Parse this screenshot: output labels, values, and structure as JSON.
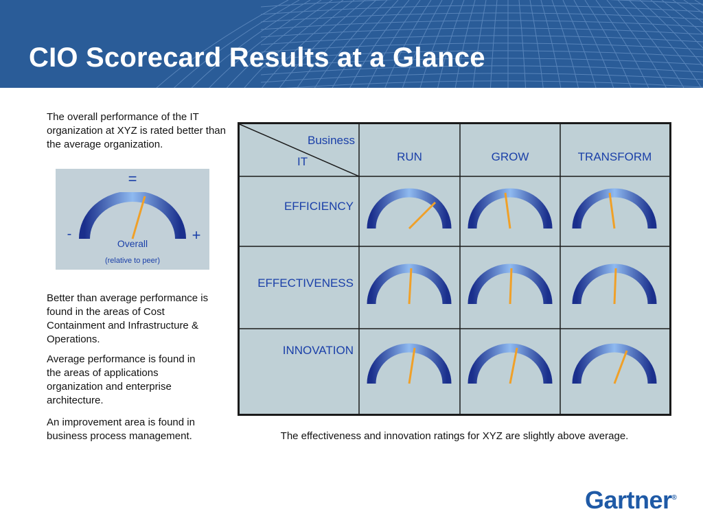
{
  "title": "CIO Scorecard Results at a Glance",
  "intro": "The overall performance of the IT organization at XYZ is rated better than the average organization.",
  "overall_gauge": {
    "top_symbol": "=",
    "minus_symbol": "-",
    "plus_symbol": "+",
    "label": "Overall",
    "sublabel": "(relative to peer)"
  },
  "findings": [
    "Better than average performance is found in the areas of Cost Containment and Infrastructure  & Operations.",
    "Average performance is found in the areas of applications organization and enterprise architecture.",
    "An improvement area is found in business process management."
  ],
  "matrix": {
    "corner_top": "Business",
    "corner_bottom": "IT",
    "columns": [
      "RUN",
      "GROW",
      "TRANSFORM"
    ],
    "rows": [
      "EFFICIENCY",
      "EFFECTIVENESS",
      "INNOVATION"
    ]
  },
  "caption": "The effectiveness and innovation ratings for XYZ are slightly above average.",
  "logo": {
    "name": "Gartner",
    "mark": "®"
  },
  "colors": {
    "banner": "#2a5c98",
    "accent_text": "#1a3fa8",
    "needle": "#f0a028",
    "matrix_bg": "#bfd0d6",
    "gauge_dark": "#1a2f8c",
    "gauge_light": "#8fbaf0"
  }
}
